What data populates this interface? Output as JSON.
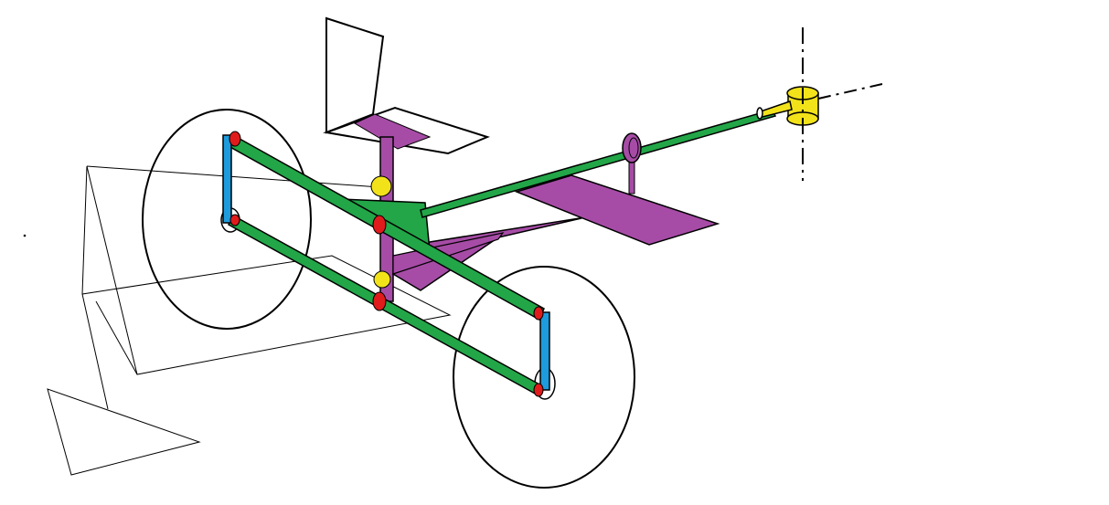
{
  "diagram": {
    "description_visible_text": "",
    "colors": {
      "background": "#ffffff",
      "outline": "#000000",
      "frame_purple": "#a64ca6",
      "frame_purple_dark": "#7a2f7a",
      "link_green": "#22a648",
      "link_green_dark": "#0f6b2a",
      "upright_blue": "#1e9bdc",
      "joint_red": "#e01b1b",
      "pivot_yellow": "#f2e21a",
      "wire_black": "#000000"
    },
    "parts": [
      "front-wheel",
      "rear-wheel",
      "seat-back",
      "seat-pan",
      "seat-post",
      "main-boom",
      "front-upright",
      "rear-upright",
      "upper-link",
      "lower-link",
      "steering-triangle",
      "rear-fork-plate",
      "steering-rod",
      "rod-collar",
      "bearing-cylinder",
      "axis-vertical",
      "axis-horizontal",
      "wire-frame-ground"
    ]
  }
}
